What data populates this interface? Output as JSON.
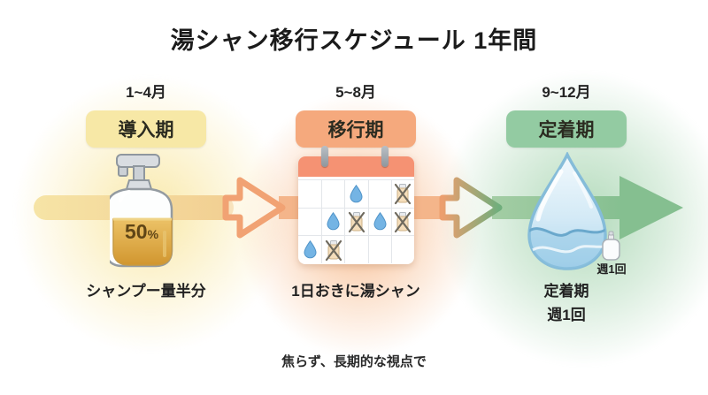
{
  "title": "湯シャン移行スケジュール 1年間",
  "sections": [
    {
      "months": "1~4月",
      "phase": "導入期",
      "badge_color": "#f7e8a6",
      "caption": "シャンプー量半分",
      "icon": "shampoo-bottle-half"
    },
    {
      "months": "5~8月",
      "phase": "移行期",
      "badge_color": "#f5a97d",
      "caption": "1日おきに湯シャン",
      "icon": "alternating-days-calendar"
    },
    {
      "months": "9~12月",
      "phase": "定着期",
      "badge_color": "#93cba2",
      "caption_lines": [
        "定着期",
        "週1回"
      ],
      "icon": "water-droplet"
    }
  ],
  "bottle": {
    "fill_value": "50",
    "fill_unit": "%"
  },
  "calendar": {
    "pattern": [
      [
        "",
        "",
        "drop",
        "",
        "cross"
      ],
      [
        "",
        "drop",
        "cross",
        "drop",
        "cross"
      ],
      [
        "drop",
        "cross",
        "",
        "",
        ""
      ]
    ],
    "legend": {
      "drop": "water-only-wash-day",
      "cross": "no-shampoo-day"
    }
  },
  "weekly_badge": "週1回",
  "footer": "焦らず、長期的な視点で",
  "colors": {
    "arrow_yellow": "#f3dc9d",
    "arrow_orange": "#f0a070",
    "arrow_green": "#85bf90",
    "calendar_header": "#f59273",
    "droplet_blue": "#8fc3de",
    "glow_yellow": "#f8e496",
    "glow_orange": "#f6aa70",
    "glow_green": "#a5d4af"
  }
}
